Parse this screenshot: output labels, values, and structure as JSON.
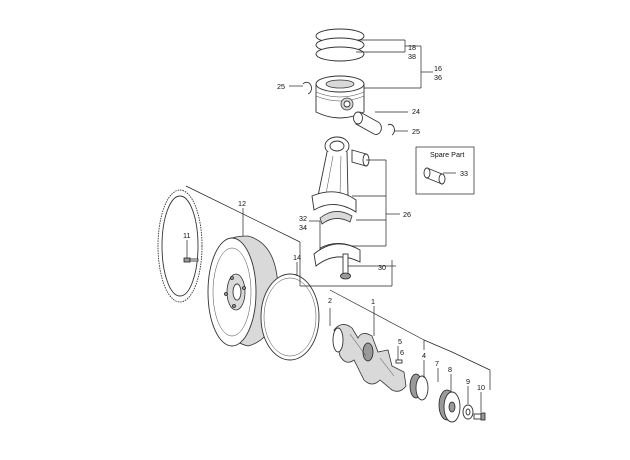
{
  "callouts": {
    "c1": "1",
    "c2": "2",
    "c4": "4",
    "c5": "5",
    "c6": "6",
    "c7": "7",
    "c8": "8",
    "c9": "9",
    "c10": "10",
    "c11": "11",
    "c12": "12",
    "c14": "14",
    "c16": "16",
    "c18": "18",
    "c24": "24",
    "c25a": "25",
    "c25b": "25",
    "c26": "26",
    "c30": "30",
    "c32": "32",
    "c33": "33",
    "c34": "34",
    "c36": "36",
    "c38": "38"
  },
  "spare_part": {
    "title": "Spare Part"
  }
}
